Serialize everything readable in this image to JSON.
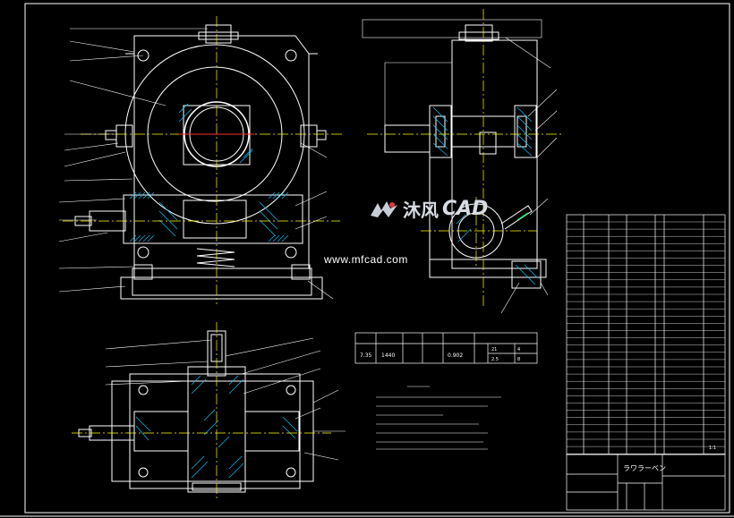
{
  "watermark": {
    "brand_cn": "沐风",
    "brand_en": "CAD",
    "site": "www.mfcad.com"
  },
  "parameter_table": {
    "headers": [
      "",
      "",
      "",
      "",
      "",
      ""
    ],
    "values": [
      "7.35",
      "1440",
      "",
      "0.902",
      "",
      ""
    ],
    "extra": [
      "21",
      "4",
      "2.5",
      "8"
    ]
  },
  "title_block": {
    "name": "ラワラーベン",
    "scale": "1:1"
  },
  "colors": {
    "line": "#ffffff",
    "center": "#ffff00",
    "hatch": "#00c8ff",
    "leader": "#ffffff",
    "accent": "#ff3030",
    "green": "#00ff66"
  }
}
